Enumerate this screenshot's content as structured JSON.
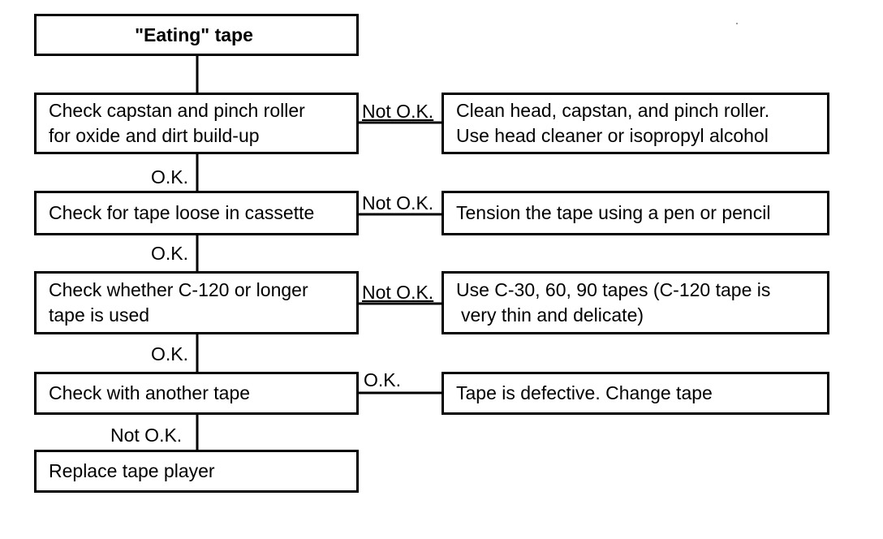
{
  "diagram": {
    "start": {
      "label": "\"Eating\" tape"
    },
    "steps": [
      {
        "check": [
          "Check capstan and pinch roller",
          "for oxide and dirt build-up"
        ],
        "branch_label": "Not O.K.",
        "action": [
          "Clean head, capstan, and pinch roller.",
          "Use head cleaner or isopropyl alcohol"
        ],
        "down_label": "O.K."
      },
      {
        "check": [
          "Check for tape loose in cassette"
        ],
        "branch_label": "Not O.K.",
        "action": [
          "Tension the tape using a pen or pencil"
        ],
        "down_label": "O.K."
      },
      {
        "check": [
          "Check whether C-120 or longer",
          "tape is used"
        ],
        "branch_label": "Not O.K.",
        "action": [
          "Use C-30, 60, 90 tapes (C-120 tape is",
          "very thin and delicate)"
        ],
        "down_label": "O.K."
      },
      {
        "check": [
          "Check with another tape"
        ],
        "branch_label": "O.K.",
        "action": [
          "Tape is defective. Change tape"
        ],
        "down_label": "Not O.K."
      }
    ],
    "end": {
      "label": "Replace tape player"
    }
  }
}
